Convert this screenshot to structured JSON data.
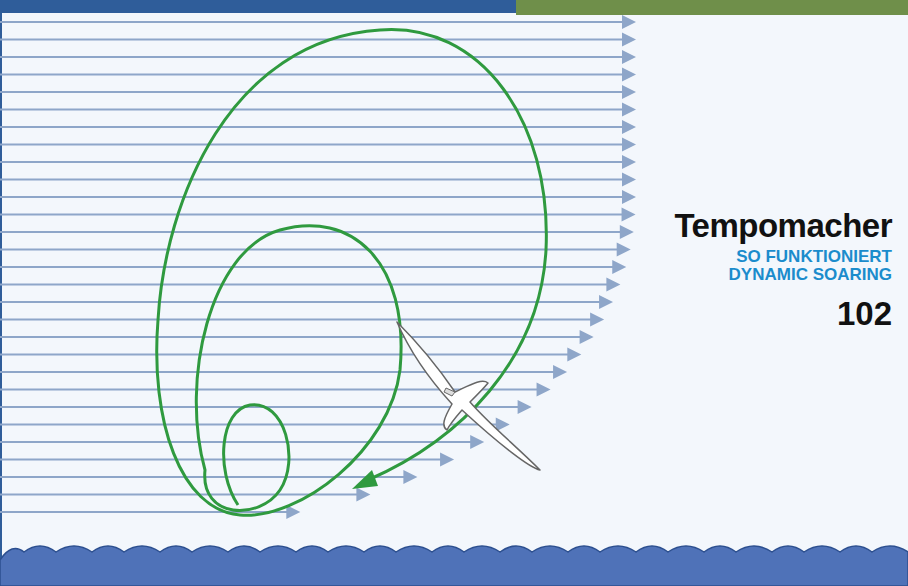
{
  "diagram": {
    "title": "Tempomacher",
    "labels": [
      "SO FUNKTIONIERT DYNAMIC SOARING",
      "102"
    ]
  }
}
